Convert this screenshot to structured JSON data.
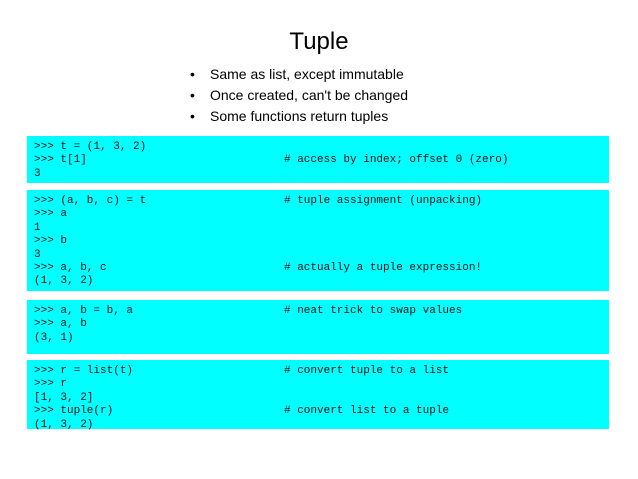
{
  "slide": {
    "title": "Tuple",
    "bullets": [
      "Same as list, except immutable",
      "Once created, can't be changed",
      "Some functions return tuples"
    ]
  },
  "code_blocks": [
    {
      "lines": [
        {
          "code": ">>> t = (1, 3, 2)",
          "comment": ""
        },
        {
          "code": ">>> t[1]",
          "comment": "# access by index; offset 0 (zero)"
        },
        {
          "code": "3",
          "comment": ""
        }
      ]
    },
    {
      "lines": [
        {
          "code": ">>> (a, b, c) = t",
          "comment": "# tuple assignment (unpacking)"
        },
        {
          "code": ">>> a",
          "comment": ""
        },
        {
          "code": "1",
          "comment": ""
        },
        {
          "code": ">>> b",
          "comment": ""
        },
        {
          "code": "3",
          "comment": ""
        },
        {
          "code": ">>> a, b, c",
          "comment": "# actually a tuple expression!"
        },
        {
          "code": "(1, 3, 2)",
          "comment": ""
        }
      ]
    },
    {
      "lines": [
        {
          "code": ">>> a, b = b, a",
          "comment": "# neat trick to swap values"
        },
        {
          "code": ">>> a, b",
          "comment": ""
        },
        {
          "code": "(3, 1)",
          "comment": ""
        }
      ]
    },
    {
      "lines": [
        {
          "code": ">>> r = list(t)",
          "comment": "# convert tuple to a list"
        },
        {
          "code": ">>> r",
          "comment": ""
        },
        {
          "code": "[1, 3, 2]",
          "comment": ""
        },
        {
          "code": ">>> tuple(r)",
          "comment": "# convert list to a tuple"
        },
        {
          "code": "(1, 3, 2)",
          "comment": ""
        }
      ]
    }
  ],
  "colors": {
    "code_background": "#00ffff",
    "text": "#000000"
  }
}
